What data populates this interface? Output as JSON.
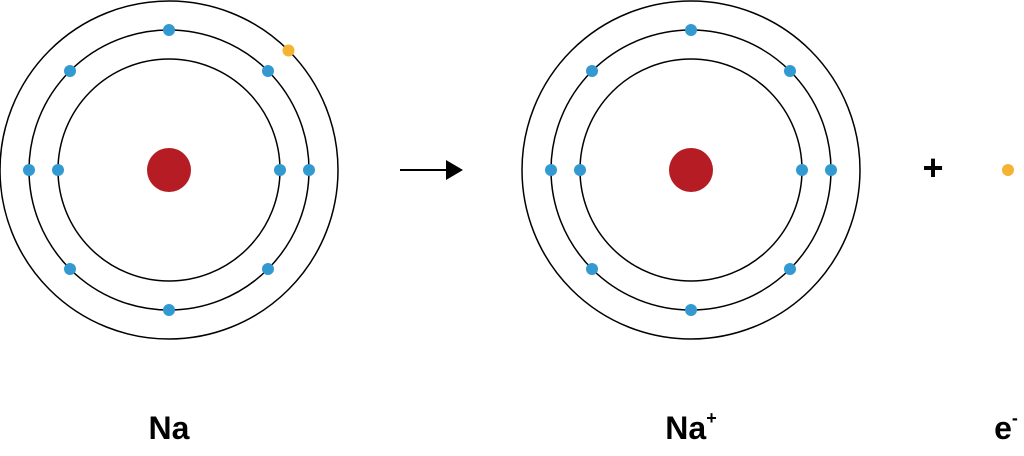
{
  "colors": {
    "nucleus": "#b51c24",
    "electron": "#3399d1",
    "valence_electron": "#f5b332",
    "shell": "#000000"
  },
  "atoms": [
    {
      "symbol": "Na",
      "charge": "",
      "shells": [
        2,
        8,
        1
      ]
    },
    {
      "symbol": "Na",
      "charge": "+",
      "shells": [
        2,
        8,
        0
      ]
    }
  ],
  "arrow": "right-arrow",
  "plus_sign": "+",
  "free_electron": {
    "symbol": "e",
    "charge": "-"
  }
}
